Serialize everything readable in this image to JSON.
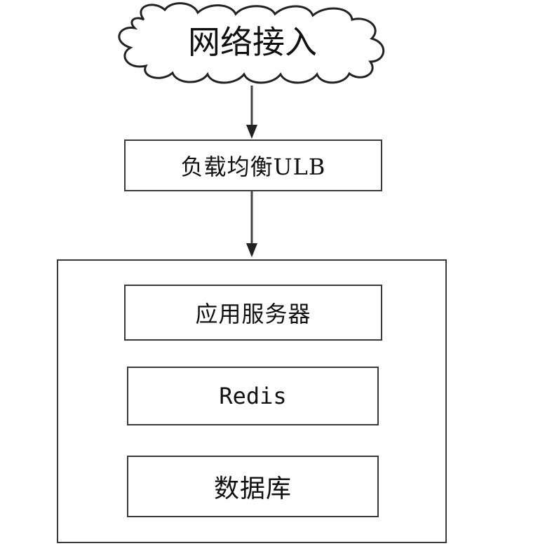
{
  "diagram": {
    "cloud": {
      "label": "网络接入"
    },
    "load_balancer": {
      "label": "负载均衡ULB"
    },
    "container": {
      "items": [
        {
          "label": "应用服务器"
        },
        {
          "label": "Redis"
        },
        {
          "label": "数据库"
        }
      ]
    }
  },
  "colors": {
    "stroke": "#3a3a3a",
    "background": "#ffffff"
  }
}
